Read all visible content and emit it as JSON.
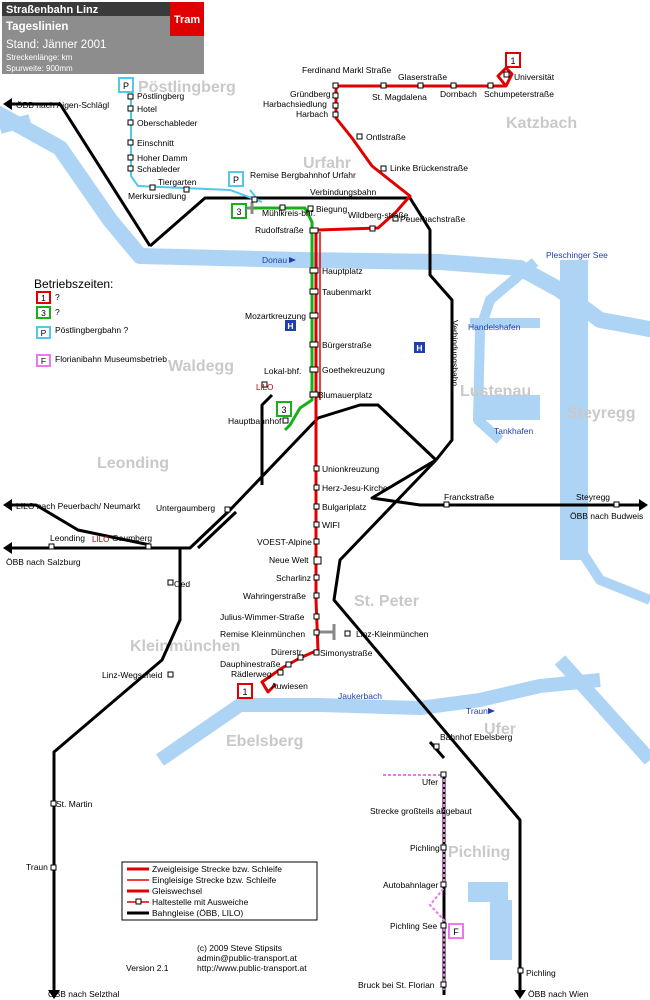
{
  "header": {
    "title": "Straßenbahn Linz",
    "subtitle": "Tageslinien",
    "stand": "Stand: Jänner 2001",
    "length": "Streckenlänge: km",
    "gauge": "Spurweite: 900mm",
    "badge": "Tram"
  },
  "colors": {
    "tram": "#e00000",
    "line3": "#18b018",
    "rail": "#000000",
    "water": "#aed4f5",
    "parkbahn": "#52c9ea",
    "florianibahn": "#ee77ee",
    "area_text": "#c9c9c9",
    "water_text": "#1f3fb0"
  },
  "areas": [
    "Pöstlingberg",
    "Katzbach",
    "Urfahr",
    "Waldegg",
    "Lustenau",
    "Steyregg",
    "Leonding",
    "St. Peter",
    "Kleinmünchen",
    "Ebelsberg",
    "Ufer",
    "Pichling"
  ],
  "waters": {
    "donau": "Donau",
    "pleschinger": "Pleschinger See",
    "handelshafen": "Handelshafen",
    "tankhafen": "Tankhafen",
    "jaukerbach": "Jaukerbach",
    "traun": "Traun"
  },
  "stops": {
    "ferdinand_markl": "Ferdinand Markl Straße",
    "glaserstrasse": "Glaserstraße",
    "st_magdalena": "St. Magdalena",
    "universitaet": "Universität",
    "dornbach": "Dornbach",
    "schumpeterstrasse": "Schumpeterstraße",
    "gruendberg": "Gründberg",
    "harbachsiedlung": "Harbachsiedlung",
    "harbach": "Harbach",
    "oentlstrasse": "Ontlstraße",
    "linke_brueckenstrasse": "Linke Brückenstraße",
    "peuerbachstrasse": "Peuerbachstraße",
    "wildbergstrasse": "Wildberg-straße",
    "rudolfstrasse": "Rudolfstraße",
    "biegung": "Biegung",
    "muehlkreisbhf": "Mühlkreis-bhf.",
    "hauptplatz": "Hauptplatz",
    "taubenmarkt": "Taubenmarkt",
    "mozartkreuzung": "Mozartkreuzung",
    "buergerstrasse": "Bürgerstraße",
    "goethekreuzung": "Goethekreuzung",
    "lokalbhf": "Lokal-bhf.",
    "blumauerplatz": "Blumauerplatz",
    "hauptbahnhof": "Hauptbahnhof",
    "unionkreuzung": "Unionkreuzung",
    "herz_jesu_kirche": "Herz-Jesu-Kirche",
    "bulgariplatz": "Bulgariplatz",
    "wifi": "WIFI",
    "voest_alpine": "VOEST-Alpine",
    "neue_welt": "Neue Welt",
    "scharlinz": "Scharlinz",
    "wahringerstrasse": "Wahringerstraße",
    "julius_wimmer": "Julius-Wimmer-Straße",
    "remise_kleinmuenchen": "Remise Kleinmünchen",
    "duererstr": "Dürerstr.",
    "simonystrasse": "Simonystraße",
    "dauphinestrasse": "Dauphinestraße",
    "raedlerweg": "Rädlerweg",
    "auwiesen": "Auwiesen",
    "poestlingberg": "Pöstlingberg",
    "hotel": "Hotel",
    "oberschableder": "Oberschableder",
    "einschnitt": "Einschnitt",
    "hoher_damm": "Hoher Damm",
    "schableder": "Schableder",
    "tiergarten": "Tiergarten",
    "merkursiedlung": "Merkursiedlung",
    "remise_bergbahnhof": "Remise Bergbahnhof Urfahr",
    "verbindungsbahn": "Verbindungsbahn",
    "verbindungsbahn_vertical": "Verbindungsbahn",
    "untergaumberg": "Untergaumberg",
    "leonding": "Leonding",
    "gaumberg": "Gaumberg",
    "oed": "Oed",
    "linz_wegscheid": "Linz-Wegscheid",
    "st_martin": "St. Martin",
    "traun_stop": "Traun",
    "franckstrasse": "Franckstraße",
    "steyregg_stop": "Steyregg",
    "linz_kleinmuenchen": "Linz-Kleinmünchen",
    "bahnhof_ebelsberg": "Bahnhof Ebelsberg",
    "ufer_stop": "Ufer",
    "strecke_abgebaut": "Strecke großteils abgebaut",
    "pichling_stop": "Pichling",
    "autobahnlager": "Autobahnlager",
    "pichling_see": "Pichling See",
    "pichling_east": "Pichling",
    "bruck": "Bruck bei St. Florian"
  },
  "destinations": {
    "aigen": "ÖBB nach Aigen-Schlägl",
    "peuerbach": "LILO nach Peuerbach/ Neumarkt",
    "salzburg": "ÖBB nach Salzburg",
    "budweis": "ÖBB nach Budweis",
    "selzthal": "ÖBB nach Selzthal",
    "wien": "ÖBB nach Wien"
  },
  "badges": {
    "line1": "1",
    "line3": "3",
    "parkbahn": "P",
    "florianibahn": "F",
    "h": "H",
    "lilo": "LILO"
  },
  "legend": {
    "title": "Betriebszeiten:",
    "rows": [
      {
        "badge": "1",
        "text": "?"
      },
      {
        "badge": "3",
        "text": "?"
      },
      {
        "badge": "P",
        "text": "Pöstlingbergbahn ?"
      },
      {
        "badge": "F",
        "text": "Florianibahn Museumsbetrieb"
      }
    ]
  },
  "key": {
    "rows": [
      "Zweigleisige Strecke bzw. Schleife",
      "Eingleisige Strecke bzw. Schleife",
      "Gleiswechsel",
      "Haltestelle mit Ausweiche",
      "Bahngleise (ÖBB, LILO)"
    ]
  },
  "footer": {
    "copyright": "(c) 2009 Steve Stipsits",
    "email": "admin@public-transport.at",
    "web": "http://www.public-transport.at",
    "version": "Version 2.1"
  }
}
